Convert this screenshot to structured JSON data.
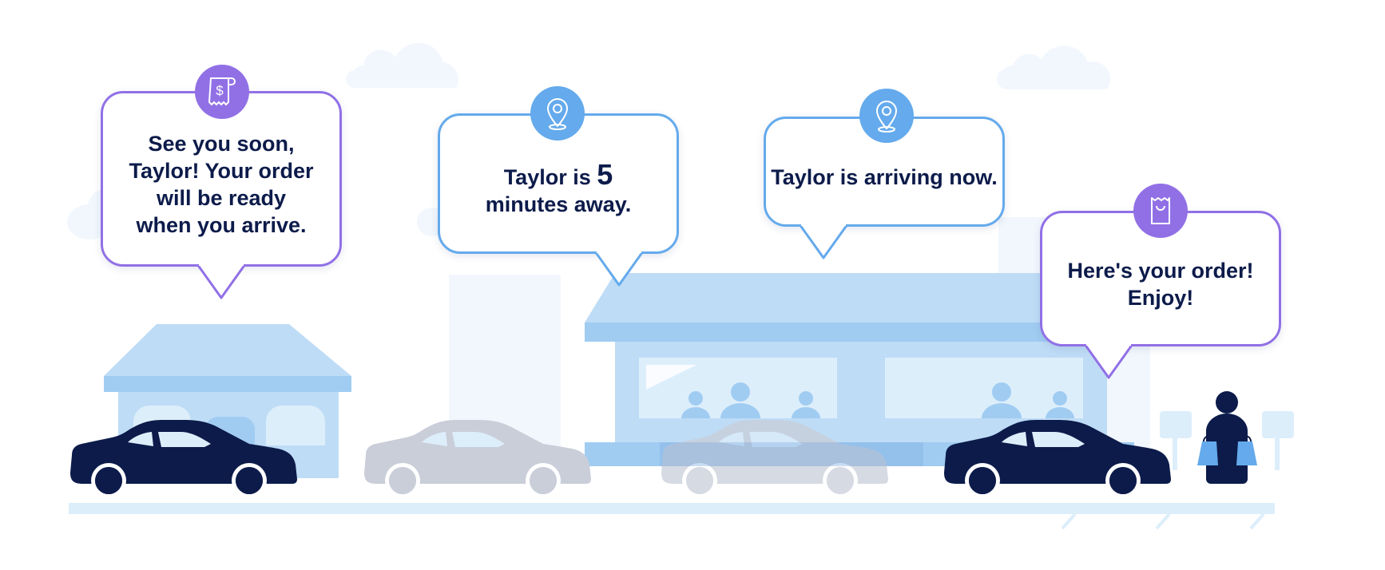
{
  "illustration": {
    "subject": "Curbside pickup journey",
    "colors": {
      "purple_accent": "#9170e6",
      "blue_accent": "#64aaec",
      "navy": "#0c1b4a",
      "building_light": "#bedcf6",
      "building_mid": "#a0ccf2",
      "window": "#ddeefb",
      "ghost_car": "#c9ced9",
      "sky_cloud": "#f2f7fd"
    }
  },
  "bubbles": [
    {
      "id": "order-placed",
      "icon": "receipt-dollar-icon",
      "color": "purple",
      "lines": [
        "See you soon,",
        "Taylor! Your order",
        "will be ready",
        "when you arrive."
      ]
    },
    {
      "id": "eta",
      "icon": "location-pin-icon",
      "color": "blue",
      "prefix": "Taylor is",
      "minutes": "5",
      "suffix": "minutes away."
    },
    {
      "id": "arriving",
      "icon": "location-pin-icon",
      "color": "blue",
      "text": "Taylor is arriving now."
    },
    {
      "id": "handoff",
      "icon": "shopping-bag-icon",
      "color": "purple",
      "lines": [
        "Here's your order!",
        "Enjoy!"
      ]
    }
  ],
  "scene": {
    "cars": [
      {
        "position": "left",
        "style": "navy"
      },
      {
        "position": "middle-left",
        "style": "ghost"
      },
      {
        "position": "middle-right",
        "style": "ghost"
      },
      {
        "position": "right",
        "style": "navy"
      }
    ],
    "person": {
      "holding": "two shopping bags"
    }
  }
}
